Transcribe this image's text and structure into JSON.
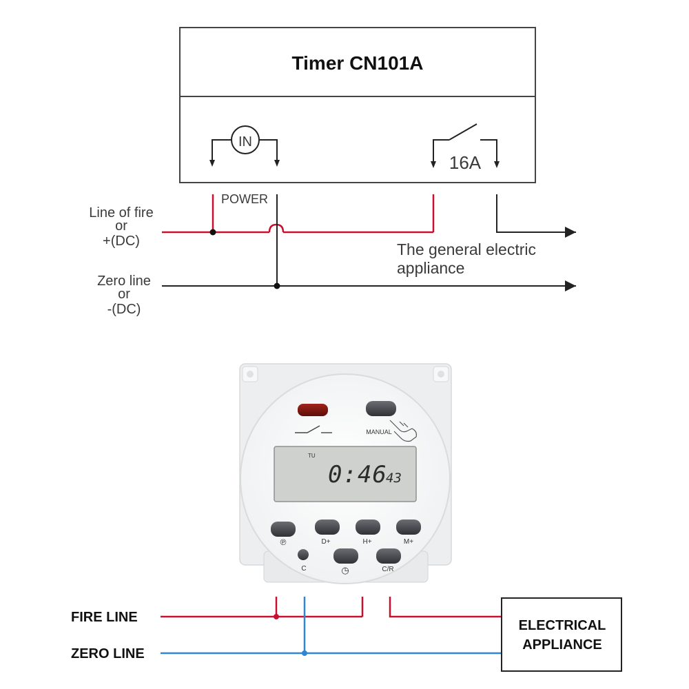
{
  "top_diagram": {
    "title": "Timer  CN101A",
    "input_symbol": "IN",
    "relay_rating": "16A",
    "power_label": "POWER",
    "fire_line_label": [
      "Line of fire",
      "or",
      "+(DC)"
    ],
    "zero_line_label": [
      "Zero line",
      "or",
      "-(DC)"
    ],
    "appliance_label": [
      "The general electric",
      "appliance"
    ]
  },
  "device": {
    "manual_label": "MANUAL",
    "display_indicator": "TU",
    "display_time": "0:46",
    "display_seconds": "43",
    "buttons": {
      "program": "℗",
      "day_plus": "D+",
      "hour_plus": "H+",
      "minute_plus": "M+",
      "clear": "C",
      "clock": "◷",
      "cancel_recall": "C/R"
    }
  },
  "bottom_wiring": {
    "fire_line_label": "FIRE LINE",
    "zero_line_label": "ZERO LINE",
    "appliance_label": [
      "ELECTRICAL",
      "APPLIANCE"
    ]
  },
  "colors": {
    "fire_wire": "#c8102e",
    "zero_wire": "#2e86d6",
    "line": "#222222",
    "lcd_background": "#cfd1ce"
  }
}
